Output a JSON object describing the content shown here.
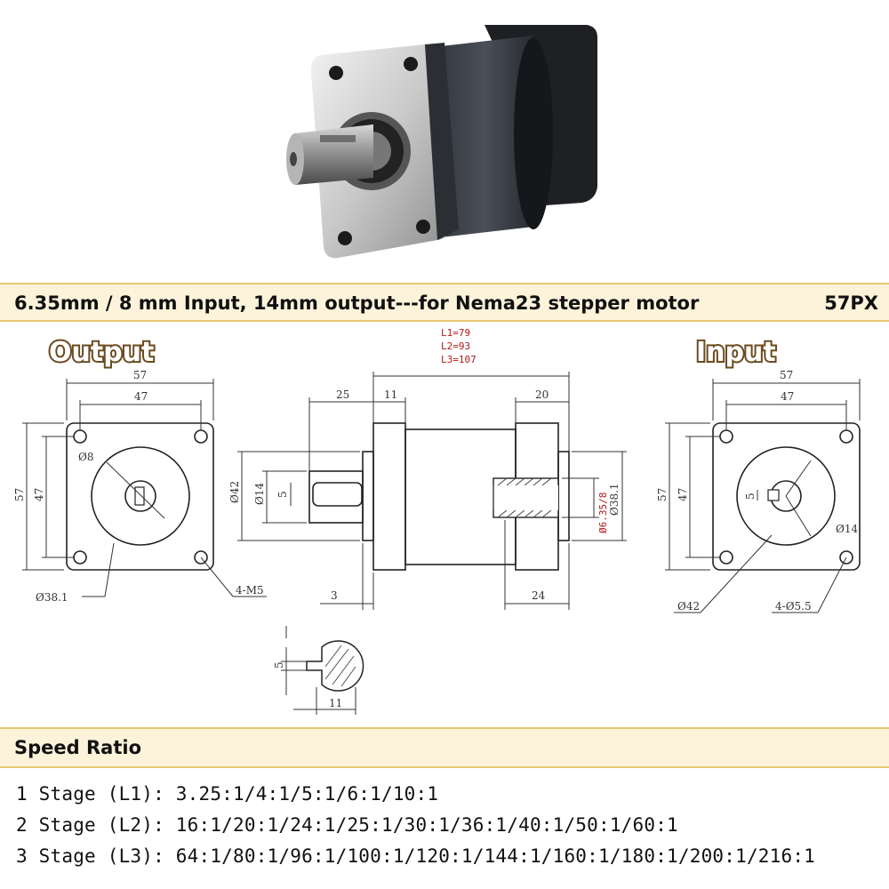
{
  "title_bar": {
    "description": "6.35mm / 8 mm Input, 14mm output---for Nema23 stepper motor",
    "model": "57PX"
  },
  "diagram": {
    "output_heading": "Output",
    "input_heading": "Input",
    "lengths": [
      "L1=79",
      "L2=93",
      "L3=107"
    ],
    "output_view": {
      "outer": "57",
      "inner": "47",
      "height_outer": "57",
      "height_inner": "47",
      "shaft_dia": "Ø8",
      "pilot_dia": "Ø38.1",
      "holes": "4-M5"
    },
    "side_view": {
      "shaft_len": "25",
      "flange_thk": "11",
      "input_depth": "20",
      "pilot": "Ø42",
      "shaft": "Ø14",
      "key": "5",
      "input_bore": "Ø6.35/8",
      "input_pilot": "Ø38.1",
      "shoulder": "3",
      "input_len": "24"
    },
    "input_view": {
      "outer": "57",
      "inner": "47",
      "height_outer": "57",
      "height_inner": "47",
      "key": "5",
      "bore_dia": "Ø14",
      "pilot_dia": "Ø42",
      "holes": "4-Ø5.5"
    },
    "key_detail": {
      "key": "5",
      "width": "11"
    }
  },
  "speed_ratio": {
    "heading": "Speed Ratio",
    "lines": [
      "1 Stage (L1): 3.25:1/4:1/5:1/6:1/10:1",
      "2 Stage (L2): 16:1/20:1/24:1/25:1/30:1/36:1/40:1/50:1/60:1",
      "3 Stage (L3): 64:1/80:1/96:1/100:1/120:1/144:1/160:1/180:1/200:1/216:1"
    ]
  },
  "colors": {
    "banner_bg": "#fcf3da",
    "banner_border": "#e7c873",
    "dim_red": "#b01818"
  }
}
